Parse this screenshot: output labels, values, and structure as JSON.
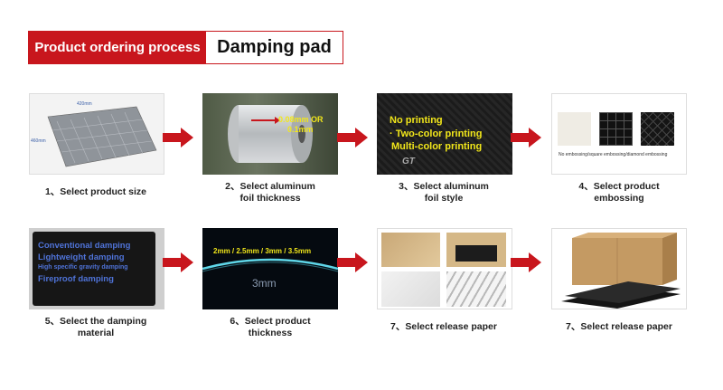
{
  "header": {
    "title": "Product ordering process",
    "product": "Damping pad"
  },
  "steps": [
    {
      "caption": [
        "1、Select product size"
      ],
      "dims": {
        "width": "420mm",
        "height": "460mm"
      }
    },
    {
      "caption": [
        "2、Select aluminum",
        "foil thickness"
      ],
      "overlay": [
        "0.08mm OR",
        "0.1mm"
      ]
    },
    {
      "caption": [
        "3、Select aluminum",
        "foil style"
      ],
      "overlay": [
        "No printing",
        "· Two-color printing",
        "Multi-color printing"
      ],
      "brand": "GT"
    },
    {
      "caption": [
        "4、Select product",
        "embossing"
      ],
      "overlay": [
        "No embossing/square embossing/diamond embossing"
      ]
    },
    {
      "caption": [
        "5、Select the damping",
        "material"
      ],
      "overlay": [
        "Conventional damping",
        "Lightweight damping",
        "High specific gravity damping",
        "Fireproof damping"
      ]
    },
    {
      "caption": [
        "6、Select product",
        "thickness"
      ],
      "overlay": [
        "2mm / 2.5mm / 3mm / 3.5mm",
        "3mm"
      ]
    },
    {
      "caption": [
        "7、Select release paper"
      ]
    },
    {
      "caption": [
        "7、Select release paper"
      ]
    }
  ],
  "colors": {
    "accent": "#c8161d",
    "overlay_yellow": "#f2e71a",
    "overlay_blue": "#4f73d8"
  }
}
